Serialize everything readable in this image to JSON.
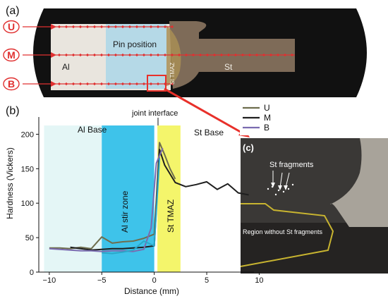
{
  "panels": {
    "a": "(a)",
    "b": "(b)",
    "c": "(c)"
  },
  "macro": {
    "pin_position": "Pin position",
    "al": "Al",
    "st": "St",
    "st_tmaz": "St TMAZ",
    "line_labels": [
      "U",
      "M",
      "B"
    ]
  },
  "micro": {
    "st_fragments": "St fragments",
    "region_without": "Region without St fragments"
  },
  "colors": {
    "marker_red": "#e03030",
    "zoom_arrow": "#e8302a",
    "stir_zone": "#3ec3ea",
    "tmaz": "#f4f56b",
    "al_base_band": "#e4f6f6",
    "line_U": "#6e6e4e",
    "line_M": "#1f1f1f",
    "line_B": "#7a6bb0",
    "line_extra": "#2aa8c9",
    "region_outline": "#c8b430"
  },
  "chart_data": {
    "type": "line",
    "xlabel": "Distance (mm)",
    "ylabel": "Hardness (Vickers)",
    "xlim": [
      -11,
      9.5
    ],
    "ylim": [
      0,
      225
    ],
    "xticks": [
      -10,
      -5,
      0,
      5,
      10
    ],
    "yticks": [
      0,
      50,
      100,
      150,
      200
    ],
    "regions": [
      {
        "name": "Al Base",
        "x": [
          -10.5,
          -5
        ],
        "color": "#e4f6f6"
      },
      {
        "name": "Al stir zone",
        "x": [
          -5,
          0
        ],
        "color": "#3ec3ea"
      },
      {
        "name": "St TMAZ",
        "x": [
          0.3,
          2.5
        ],
        "color": "#f4f56b"
      }
    ],
    "annotations": [
      "Al Base",
      "Al stir zone",
      "St TMAZ",
      "St Base",
      "joint interface"
    ],
    "legend": {
      "position": "top-right",
      "entries": [
        "U",
        "M",
        "B"
      ]
    },
    "series": [
      {
        "name": "U",
        "color": "#6e6e4e",
        "x": [
          -10,
          -9,
          -8,
          -7,
          -6,
          -5,
          -4,
          -3,
          -2,
          -1,
          0,
          0.5,
          1,
          1.5,
          2
        ],
        "y": [
          35,
          35,
          34,
          36,
          34,
          51,
          42,
          44,
          45,
          49,
          55,
          188,
          170,
          150,
          135
        ]
      },
      {
        "name": "M",
        "color": "#1f1f1f",
        "x": [
          -8,
          -7,
          -6,
          -5,
          -4,
          -3,
          -2,
          -1,
          0,
          0.5,
          1,
          2,
          3,
          4,
          5,
          6,
          7,
          8,
          9
        ],
        "y": [
          36,
          34,
          32,
          33,
          34,
          34,
          35,
          36,
          38,
          178,
          155,
          130,
          124,
          127,
          131,
          120,
          128,
          115,
          112
        ]
      },
      {
        "name": "B",
        "color": "#7a6bb0",
        "x": [
          -10,
          -9,
          -8,
          -7,
          -6,
          -5,
          -4,
          -3,
          -2,
          -1,
          -0.3,
          0.2,
          0.8
        ],
        "y": [
          34,
          33,
          32,
          31,
          31,
          30,
          31,
          31,
          30,
          33,
          64,
          158,
          180
        ]
      },
      {
        "name": "",
        "color": "#2aa8c9",
        "x": [
          -5,
          -4,
          -3,
          -2,
          -1,
          0,
          0.5
        ],
        "y": [
          28,
          27,
          29,
          32,
          45,
          38,
          165
        ]
      }
    ]
  }
}
